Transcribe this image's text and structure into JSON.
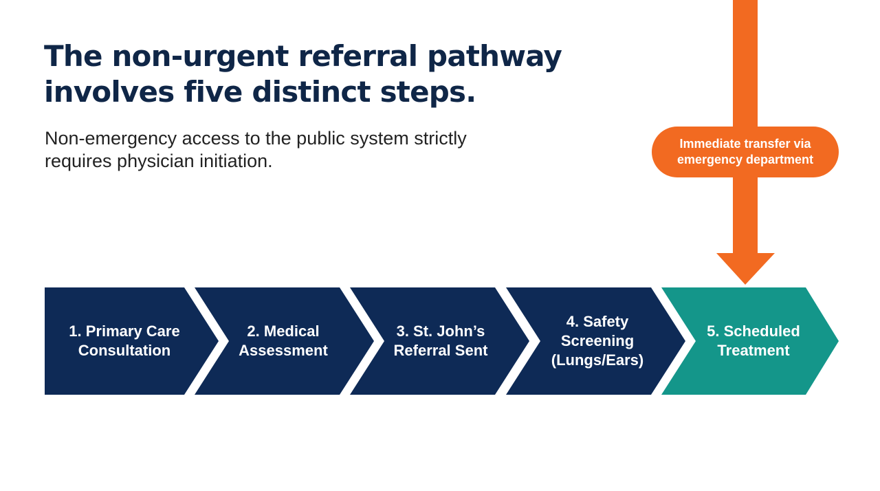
{
  "slide": {
    "title": "The non-urgent referral pathway involves five distinct steps.",
    "subtitle": "Non-emergency access to the public system strictly requires physician initiation."
  },
  "pathway": {
    "steps": [
      {
        "label": "1. Primary Care\nConsultation"
      },
      {
        "label": "2. Medical\nAssessment"
      },
      {
        "label": "3. St. John’s\nReferral Sent"
      },
      {
        "label": "4. Safety\nScreening\n(Lungs/Ears)"
      },
      {
        "label": "5. Scheduled\nTreatment"
      }
    ],
    "step_color": "#0e2a56",
    "final_step_color": "#14968a"
  },
  "emergency": {
    "label": "Immediate transfer via\nemergency department",
    "color": "#f26a21"
  }
}
